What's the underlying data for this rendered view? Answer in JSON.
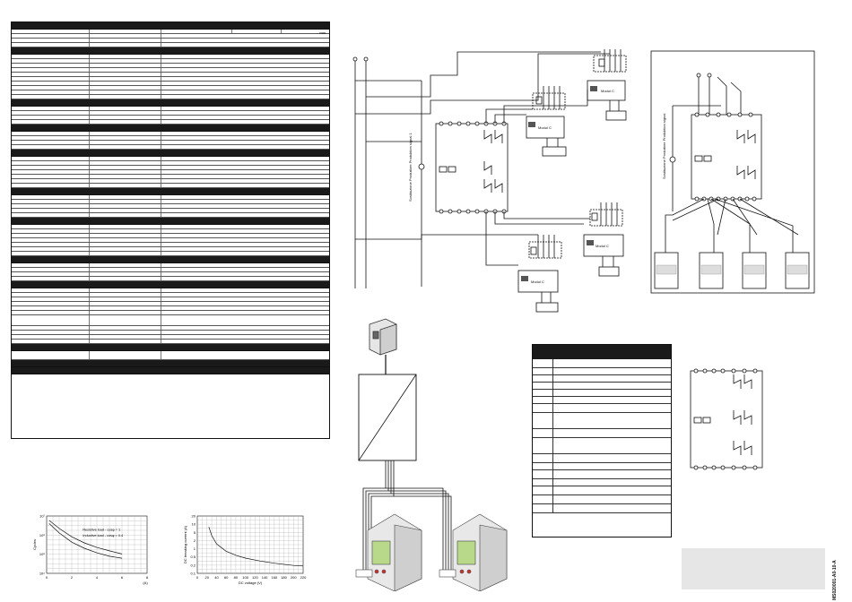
{
  "spec_table": {
    "unit_label": "mm",
    "row_heights": [
      8,
      5,
      5,
      5,
      5,
      8,
      5,
      5,
      5,
      5,
      5,
      5,
      5,
      5,
      5,
      5,
      8,
      5,
      5,
      5,
      5,
      8,
      5,
      5,
      5,
      5,
      8,
      5,
      5,
      5,
      5,
      5,
      5,
      5,
      8,
      5,
      5,
      5,
      5,
      5,
      8,
      5,
      5,
      5,
      5,
      5,
      5,
      5,
      8,
      5,
      5,
      5,
      5,
      8,
      5,
      5,
      5,
      5,
      5,
      5,
      12,
      5,
      5,
      5,
      5,
      8,
      10,
      8,
      8
    ],
    "header_rows": [
      0,
      5,
      16,
      21,
      26,
      34,
      40,
      48,
      53,
      65,
      67,
      68
    ]
  },
  "charts": [
    {
      "name": "load-endurance-chart",
      "chart_data": {
        "type": "line",
        "title": "",
        "xlabel": "(A)",
        "ylabel": "Cycles",
        "x_ticks": [
          "0",
          "2",
          "4",
          "6",
          "8"
        ],
        "y_ticks": [
          "10⁷",
          "10⁶",
          "10⁵",
          "10⁴"
        ],
        "xlim": [
          0,
          8
        ],
        "series": [
          {
            "name": "Resistive load - cosφ = 1",
            "x": [
              0.2,
              1,
              2,
              3,
              4,
              5,
              6
            ],
            "y": [
              9000000.0,
              3200000.0,
              1100000.0,
              500000.0,
              280000.0,
              180000.0,
              120000.0
            ]
          },
          {
            "name": "Inductive load - cosφ = 0.4",
            "x": [
              0.2,
              1,
              2,
              3,
              4,
              5,
              6
            ],
            "y": [
              6000000.0,
              1800000.0,
              550000.0,
              250000.0,
              140000.0,
              90000.0,
              70000.0
            ]
          }
        ]
      }
    },
    {
      "name": "dc-breaking-chart",
      "chart_data": {
        "type": "line",
        "title": "",
        "xlabel": "DC voltage (V)",
        "ylabel": "DC breaking current (A)",
        "x_ticks": [
          "0",
          "20",
          "40",
          "60",
          "80",
          "100",
          "120",
          "140",
          "160",
          "180",
          "200",
          "220"
        ],
        "y_ticks": [
          "20",
          "10",
          "5",
          "2",
          "1",
          "0.5",
          "0.2",
          "0.1"
        ],
        "xlim": [
          0,
          220
        ],
        "series": [
          {
            "x": [
              24,
              30,
              40,
              60,
              80,
              100,
              130,
              160,
              200,
              220
            ],
            "y": [
              8,
              3.5,
              1.6,
              0.8,
              0.55,
              0.42,
              0.32,
              0.26,
              0.21,
              0.2
            ]
          }
        ]
      }
    }
  ],
  "top_diagram": {
    "vertical_label": "Sostituzione Produttore Produktion signal 1"
  },
  "right_diagram": {
    "vertical_label": "Sostituzione Produttore Produktion signal"
  },
  "module_label": "Modul C",
  "legend_table": {
    "row_heights": [
      10,
      8,
      8,
      8,
      8,
      8,
      10,
      18,
      10,
      18,
      10,
      8,
      10,
      8,
      10,
      10,
      10
    ]
  },
  "document_id": "MS020001-A0-10-A"
}
